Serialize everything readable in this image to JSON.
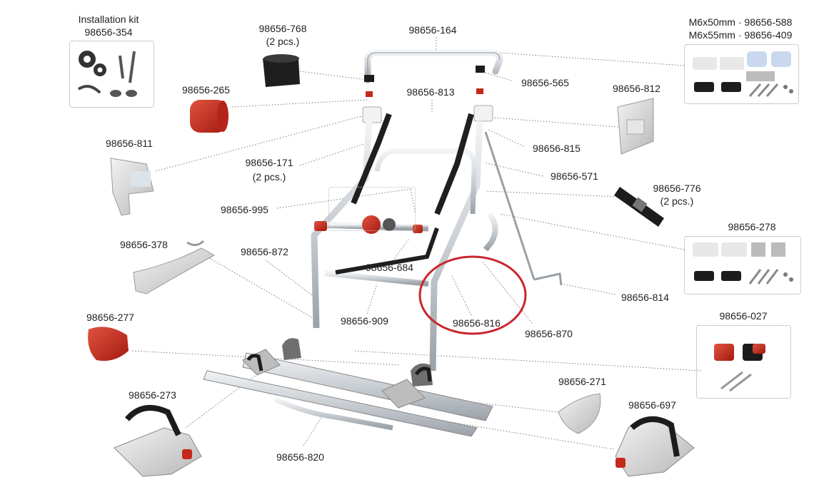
{
  "labels": {
    "installation_kit_title": "Installation kit",
    "installation_kit_code": "98656-354",
    "p768": "98656-768",
    "p768_qty": "(2 pcs.)",
    "p164": "98656-164",
    "p565": "98656-565",
    "m6x50": "M6x50mm · 98656-588",
    "m6x55": "M6x55mm · 98656-409",
    "p265": "98656-265",
    "p813": "98656-813",
    "p812": "98656-812",
    "p811": "98656-811",
    "p815": "98656-815",
    "p171": "98656-171",
    "p171_qty": "(2 pcs.)",
    "p571": "98656-571",
    "p776": "98656-776",
    "p776_qty": "(2 pcs.)",
    "p995": "98656-995",
    "p278": "98656-278",
    "p378": "98656-378",
    "p872": "98656-872",
    "p684": "98656-684",
    "p814": "98656-814",
    "p909": "98656-909",
    "p816": "98656-816",
    "p870": "98656-870",
    "p027": "98656-027",
    "p277": "98656-277",
    "p271": "98656-271",
    "p273": "98656-273",
    "p697": "98656-697",
    "p820": "98656-820"
  },
  "colors": {
    "red_part": "#c4291c",
    "highlight_circle": "#c8262e",
    "aluminium": "#d9dde1",
    "black_part": "#1c1c1c"
  }
}
